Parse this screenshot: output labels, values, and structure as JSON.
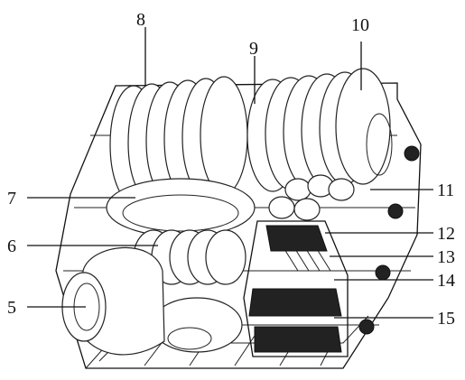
{
  "diagram": {
    "callouts": [
      "8",
      "9",
      "10",
      "7",
      "11",
      "6",
      "12",
      "13",
      "5",
      "14",
      "15"
    ]
  },
  "colors": {
    "ink": "#111111",
    "background": "#ffffff"
  }
}
